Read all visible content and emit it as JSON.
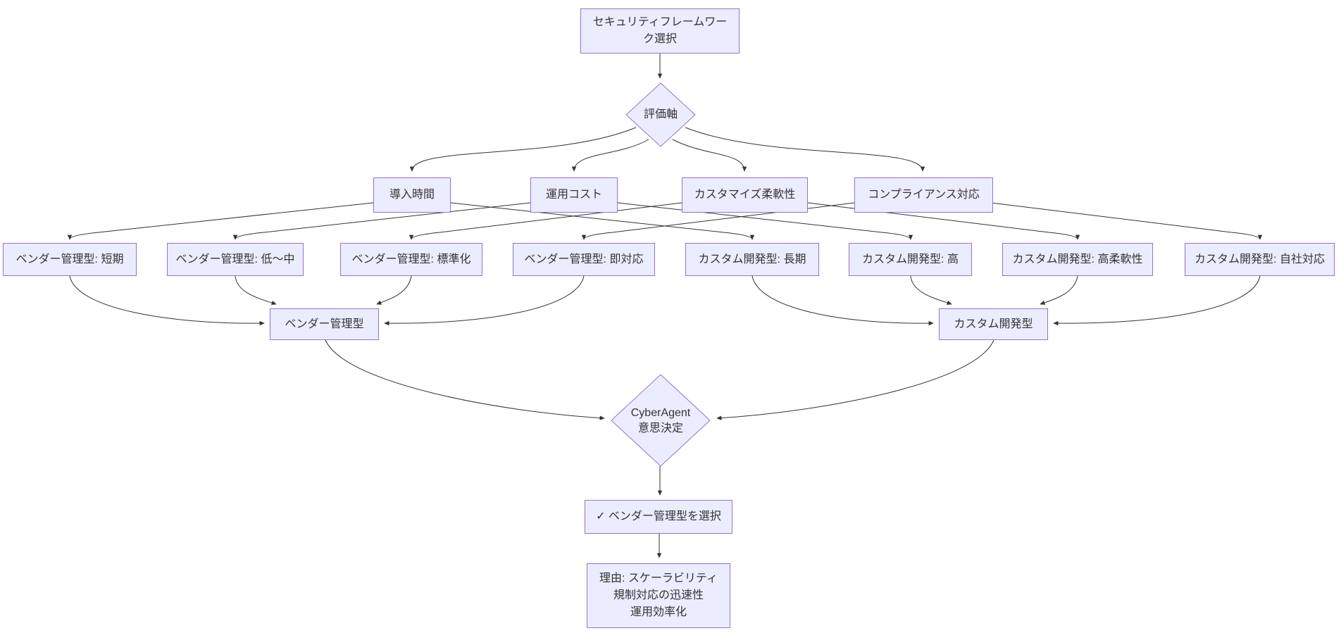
{
  "diagram": {
    "type": "flowchart",
    "nodes": {
      "start": {
        "label": "セキュリティフレームワー\nク選択"
      },
      "criteria": {
        "label": "評価軸"
      },
      "time": {
        "label": "導入時間"
      },
      "cost": {
        "label": "運用コスト"
      },
      "flex": {
        "label": "カスタマイズ柔軟性"
      },
      "compliance": {
        "label": "コンプライアンス対応"
      },
      "vendor_time": {
        "label": "ベンダー管理型: 短期"
      },
      "vendor_cost": {
        "label": "ベンダー管理型: 低～中"
      },
      "vendor_flex": {
        "label": "ベンダー管理型: 標準化"
      },
      "vendor_comp": {
        "label": "ベンダー管理型: 即対応"
      },
      "custom_time": {
        "label": "カスタム開発型: 長期"
      },
      "custom_cost": {
        "label": "カスタム開発型: 高"
      },
      "custom_flex": {
        "label": "カスタム開発型: 高柔軟性"
      },
      "custom_comp": {
        "label": "カスタム開発型: 自社対応"
      },
      "vendor_group": {
        "label": "ベンダー管理型"
      },
      "custom_group": {
        "label": "カスタム開発型"
      },
      "decision": {
        "label": "CyberAgent\n意思決定"
      },
      "selected": {
        "label": "✓ ベンダー管理型を選択"
      },
      "reason": {
        "label": "理由: スケーラビリティ\n規制対応の迅速性\n運用効率化"
      }
    },
    "edges": [
      {
        "from": "start",
        "to": "criteria"
      },
      {
        "from": "criteria",
        "to": "time"
      },
      {
        "from": "criteria",
        "to": "cost"
      },
      {
        "from": "criteria",
        "to": "flex"
      },
      {
        "from": "criteria",
        "to": "compliance"
      },
      {
        "from": "time",
        "to": "vendor_time"
      },
      {
        "from": "time",
        "to": "custom_time"
      },
      {
        "from": "cost",
        "to": "vendor_cost"
      },
      {
        "from": "cost",
        "to": "custom_cost"
      },
      {
        "from": "flex",
        "to": "vendor_flex"
      },
      {
        "from": "flex",
        "to": "custom_flex"
      },
      {
        "from": "compliance",
        "to": "vendor_comp"
      },
      {
        "from": "compliance",
        "to": "custom_comp"
      },
      {
        "from": "vendor_time",
        "to": "vendor_group"
      },
      {
        "from": "vendor_cost",
        "to": "vendor_group"
      },
      {
        "from": "vendor_flex",
        "to": "vendor_group"
      },
      {
        "from": "vendor_comp",
        "to": "vendor_group"
      },
      {
        "from": "custom_time",
        "to": "custom_group"
      },
      {
        "from": "custom_cost",
        "to": "custom_group"
      },
      {
        "from": "custom_flex",
        "to": "custom_group"
      },
      {
        "from": "custom_comp",
        "to": "custom_group"
      },
      {
        "from": "vendor_group",
        "to": "decision"
      },
      {
        "from": "custom_group",
        "to": "decision"
      },
      {
        "from": "decision",
        "to": "selected"
      },
      {
        "from": "selected",
        "to": "reason"
      }
    ],
    "colors": {
      "node_fill": "#ECECFF",
      "node_border": "#9370DB",
      "edge": "#333333",
      "text": "#333333",
      "background": "#FFFFFF"
    }
  }
}
